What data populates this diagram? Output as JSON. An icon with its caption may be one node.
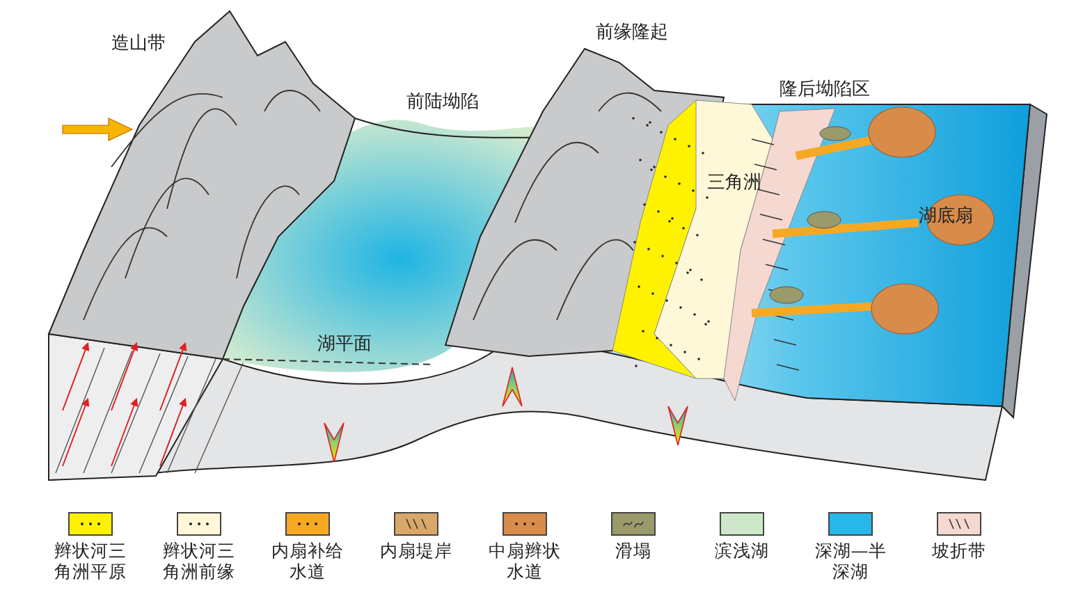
{
  "diagram": {
    "labels": [
      "造山带",
      "前缘隆起",
      "前陆坳陷",
      "隆后坳陷区",
      "三角洲",
      "湖底扇",
      "湖平面"
    ],
    "legend": [
      {
        "text": "辫状河三角洲平原",
        "color": "#fff200"
      },
      {
        "text": "辫状河三角洲前缘",
        "color": "#fff8d8"
      },
      {
        "text": "内扇补给水道",
        "color": "#f7a823"
      },
      {
        "text": "内扇堤岸",
        "color": "#d9a868"
      },
      {
        "text": "中扇辫状水道",
        "color": "#d98c4a"
      },
      {
        "text": "滑塌",
        "color": "#9a9a6a"
      },
      {
        "text": "滨浅湖",
        "color": "#cce8c8"
      },
      {
        "text": "深湖—半深湖",
        "color": "#29b6e8"
      },
      {
        "text": "坡折带",
        "color": "#f5d8d0"
      }
    ]
  }
}
